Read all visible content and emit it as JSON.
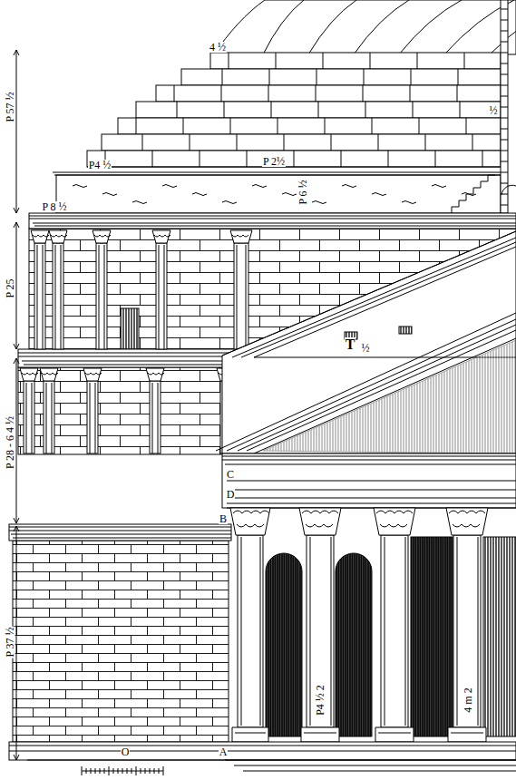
{
  "diagram": {
    "labels": [
      "4 ½",
      "½",
      "P 57 ½",
      "P4 ½",
      "P 2½",
      "P 8 ½",
      "P 6 ½",
      "P 25",
      "T",
      "½",
      "P 28 - 6 4 ½",
      "C",
      "D",
      "B",
      "P 37 ½",
      "O",
      "A",
      "P4 ½ 2",
      "4 m 2"
    ]
  }
}
